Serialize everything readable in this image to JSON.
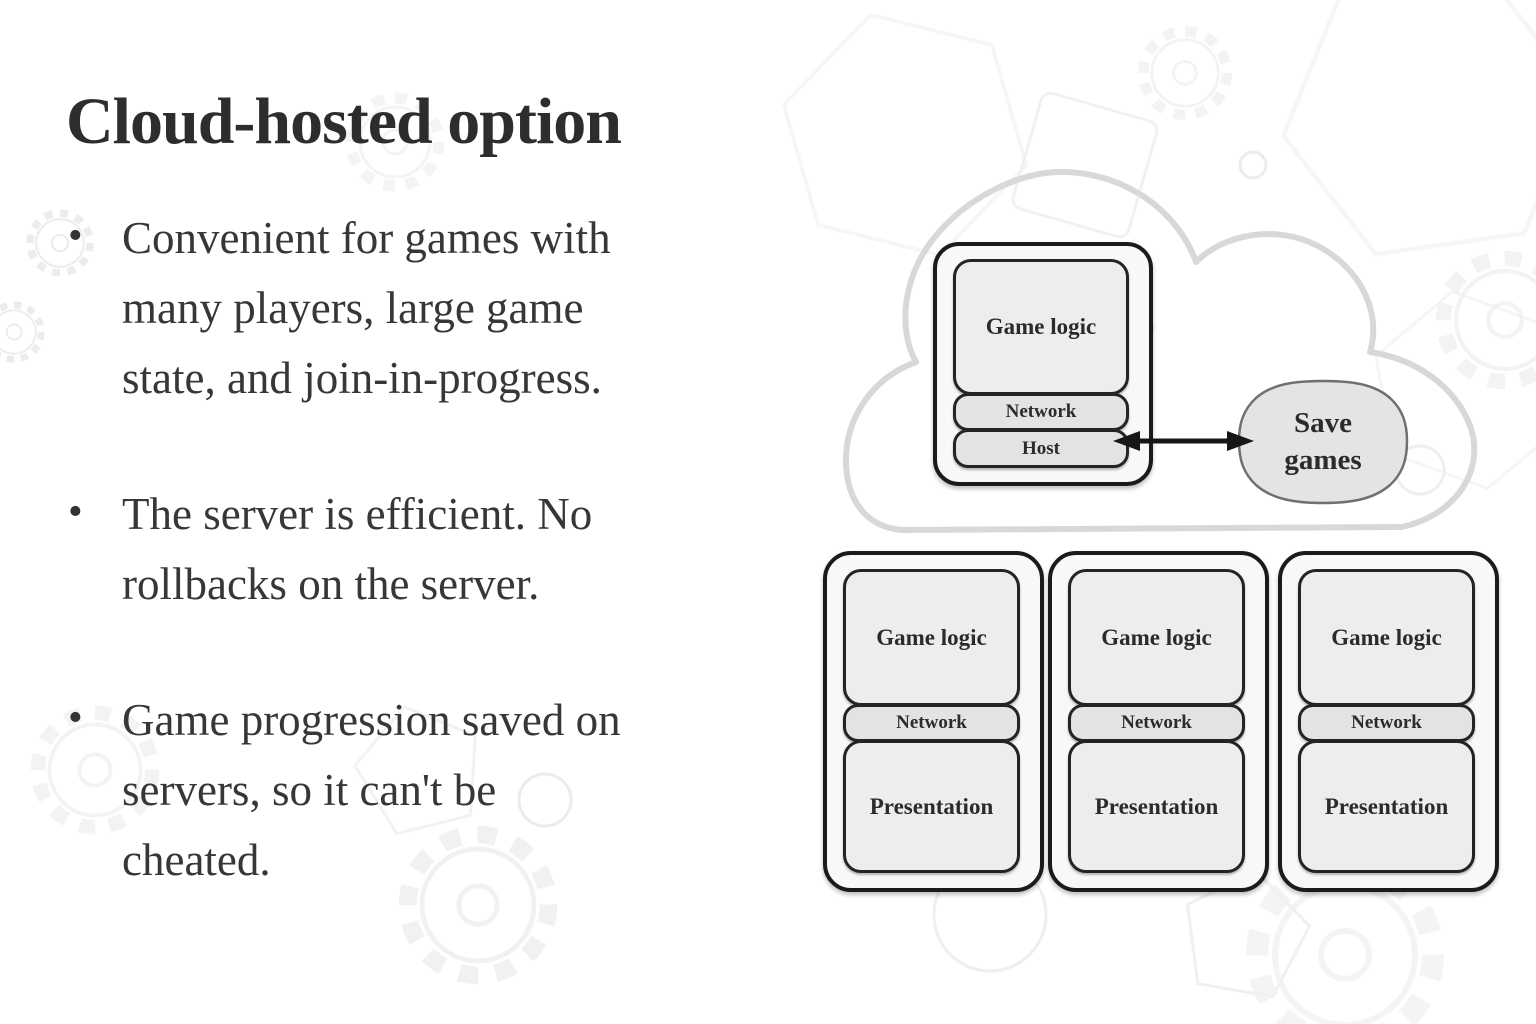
{
  "slide": {
    "title": "Cloud-hosted option",
    "bullets": [
      {
        "text": "Convenient for games with\nmany players, large game\nstate, and join-in-progress."
      },
      {
        "text": "The server is efficient. No\nrollbacks on the server."
      },
      {
        "text": "Game progression saved on\nservers, so it can't be\ncheated."
      }
    ]
  },
  "icons": {
    "bullet": "•",
    "cloud": "cloud-outline",
    "arrow": "double-headed-arrow",
    "doodles": "faint game gears, dice, circles and polygons"
  },
  "diagram": {
    "server": {
      "game_logic": "Game logic",
      "network": "Network",
      "host": "Host"
    },
    "storage": {
      "label": "Save\ngames"
    },
    "clients": [
      {
        "game_logic": "Game logic",
        "network": "Network",
        "presentation": "Presentation"
      },
      {
        "game_logic": "Game logic",
        "network": "Network",
        "presentation": "Presentation"
      },
      {
        "game_logic": "Game logic",
        "network": "Network",
        "presentation": "Presentation"
      }
    ],
    "colors": {
      "cloud_stroke": "#d8d8d8",
      "box_border": "#1b1b1b",
      "box_fill": "#f8f8f8",
      "inner_fill": "#ededed",
      "bar_fill": "#e3e3e3",
      "storage_fill": "#e4e4e4",
      "storage_stroke": "#707070",
      "arrow": "#161616",
      "doodle_stroke": "#ececec",
      "title_text": "#2d2d2d",
      "body_text": "#373737"
    }
  }
}
